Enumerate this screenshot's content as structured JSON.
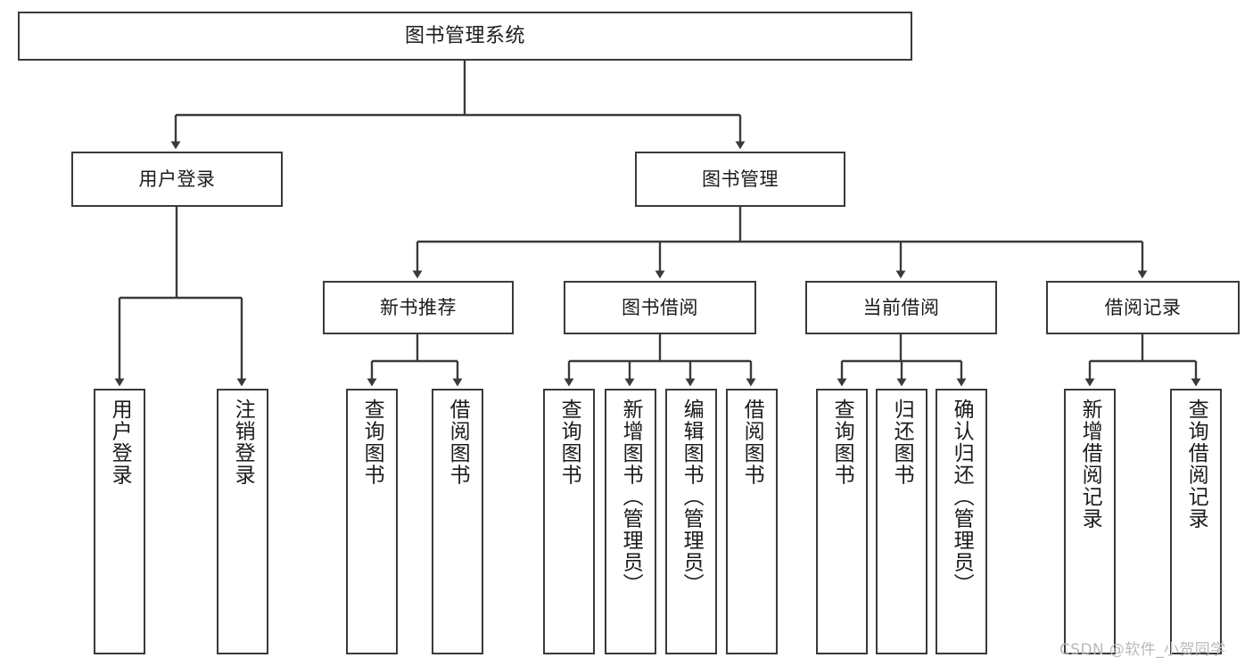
{
  "diagram": {
    "title": "图书管理系统",
    "type": "tree-hierarchy-chart",
    "root": {
      "label": "图书管理系统"
    },
    "level2": [
      {
        "label": "用户登录"
      },
      {
        "label": "图书管理"
      }
    ],
    "level3": [
      {
        "label": "新书推荐"
      },
      {
        "label": "图书借阅"
      },
      {
        "label": "当前借阅"
      },
      {
        "label": "借阅记录"
      }
    ],
    "leaves": {
      "user_login": [
        {
          "label": "用户登录"
        },
        {
          "label": "注销登录"
        }
      ],
      "new_book_recommend": [
        {
          "label": "查询图书"
        },
        {
          "label": "借阅图书"
        }
      ],
      "book_borrow": [
        {
          "label": "查询图书"
        },
        {
          "label": "新增图书（管理员）"
        },
        {
          "label": "编辑图书（管理员）"
        },
        {
          "label": "借阅图书"
        }
      ],
      "current_borrow": [
        {
          "label": "查询图书"
        },
        {
          "label": "归还图书"
        },
        {
          "label": "确认归还（管理员）"
        }
      ],
      "borrow_record": [
        {
          "label": "新增借阅记录"
        },
        {
          "label": "查询借阅记录"
        }
      ]
    }
  },
  "watermark": {
    "text": "CSDN @软件_小贺同学"
  },
  "colors": {
    "box_border": "#3a3a3a",
    "edge_line": "#3a3a3a",
    "background": "#ffffff",
    "text": "#1b1b1b",
    "watermark": "#b9b9b9"
  }
}
